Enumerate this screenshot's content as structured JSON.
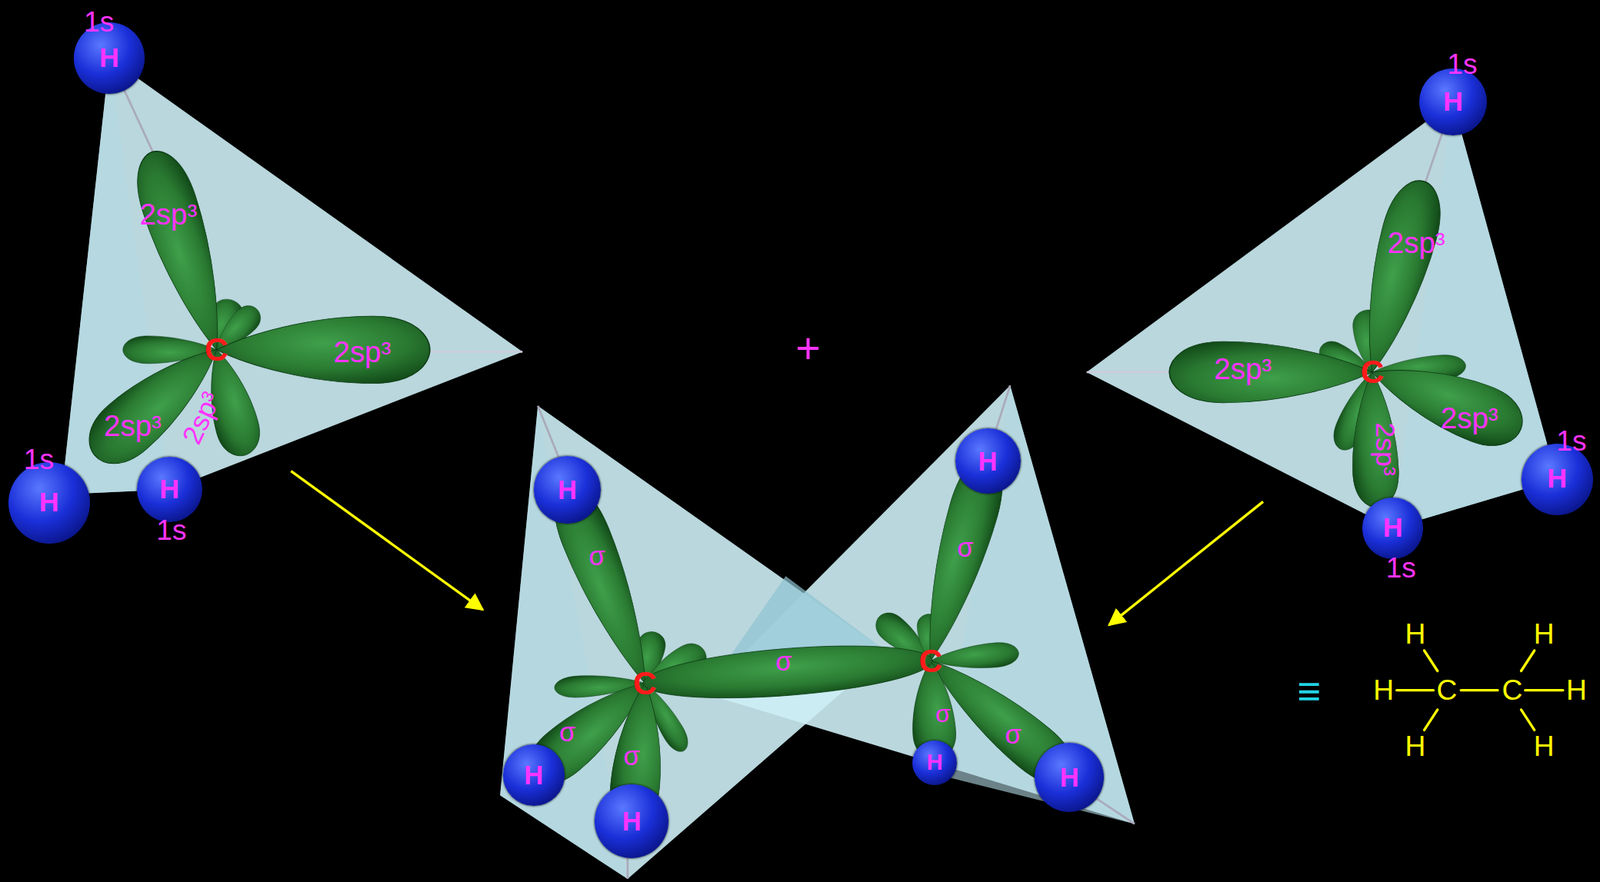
{
  "diagram": {
    "nodes": [
      {
        "text": [
          "1s",
          "H"
        ]
      },
      {
        "text": [
          "1s",
          "H"
        ]
      },
      {
        "text": [
          "1s",
          "H"
        ]
      },
      {
        "text": [
          "H",
          "1s"
        ]
      },
      {
        "text": [
          "1s",
          "H"
        ]
      },
      {
        "text": [
          "H",
          "1s"
        ]
      },
      {
        "text": [
          "H"
        ]
      },
      {
        "text": [
          "H"
        ]
      },
      {
        "text": [
          "H"
        ]
      },
      {
        "text": [
          "H"
        ]
      },
      {
        "text": [
          "H"
        ]
      },
      {
        "text": [
          "H"
        ]
      }
    ],
    "labels": [
      "C",
      "2sp³",
      "2sp³",
      "2sp³",
      "2sp³",
      "+",
      "C",
      "2sp³",
      "2sp³",
      "2sp³",
      "2sp³",
      "σ",
      "σ",
      "σ",
      "C",
      "C",
      "σ",
      "σ",
      "σ",
      "σ",
      "≡",
      "H",
      "H",
      "H",
      "C",
      "C",
      "H",
      "H",
      "H"
    ]
  }
}
